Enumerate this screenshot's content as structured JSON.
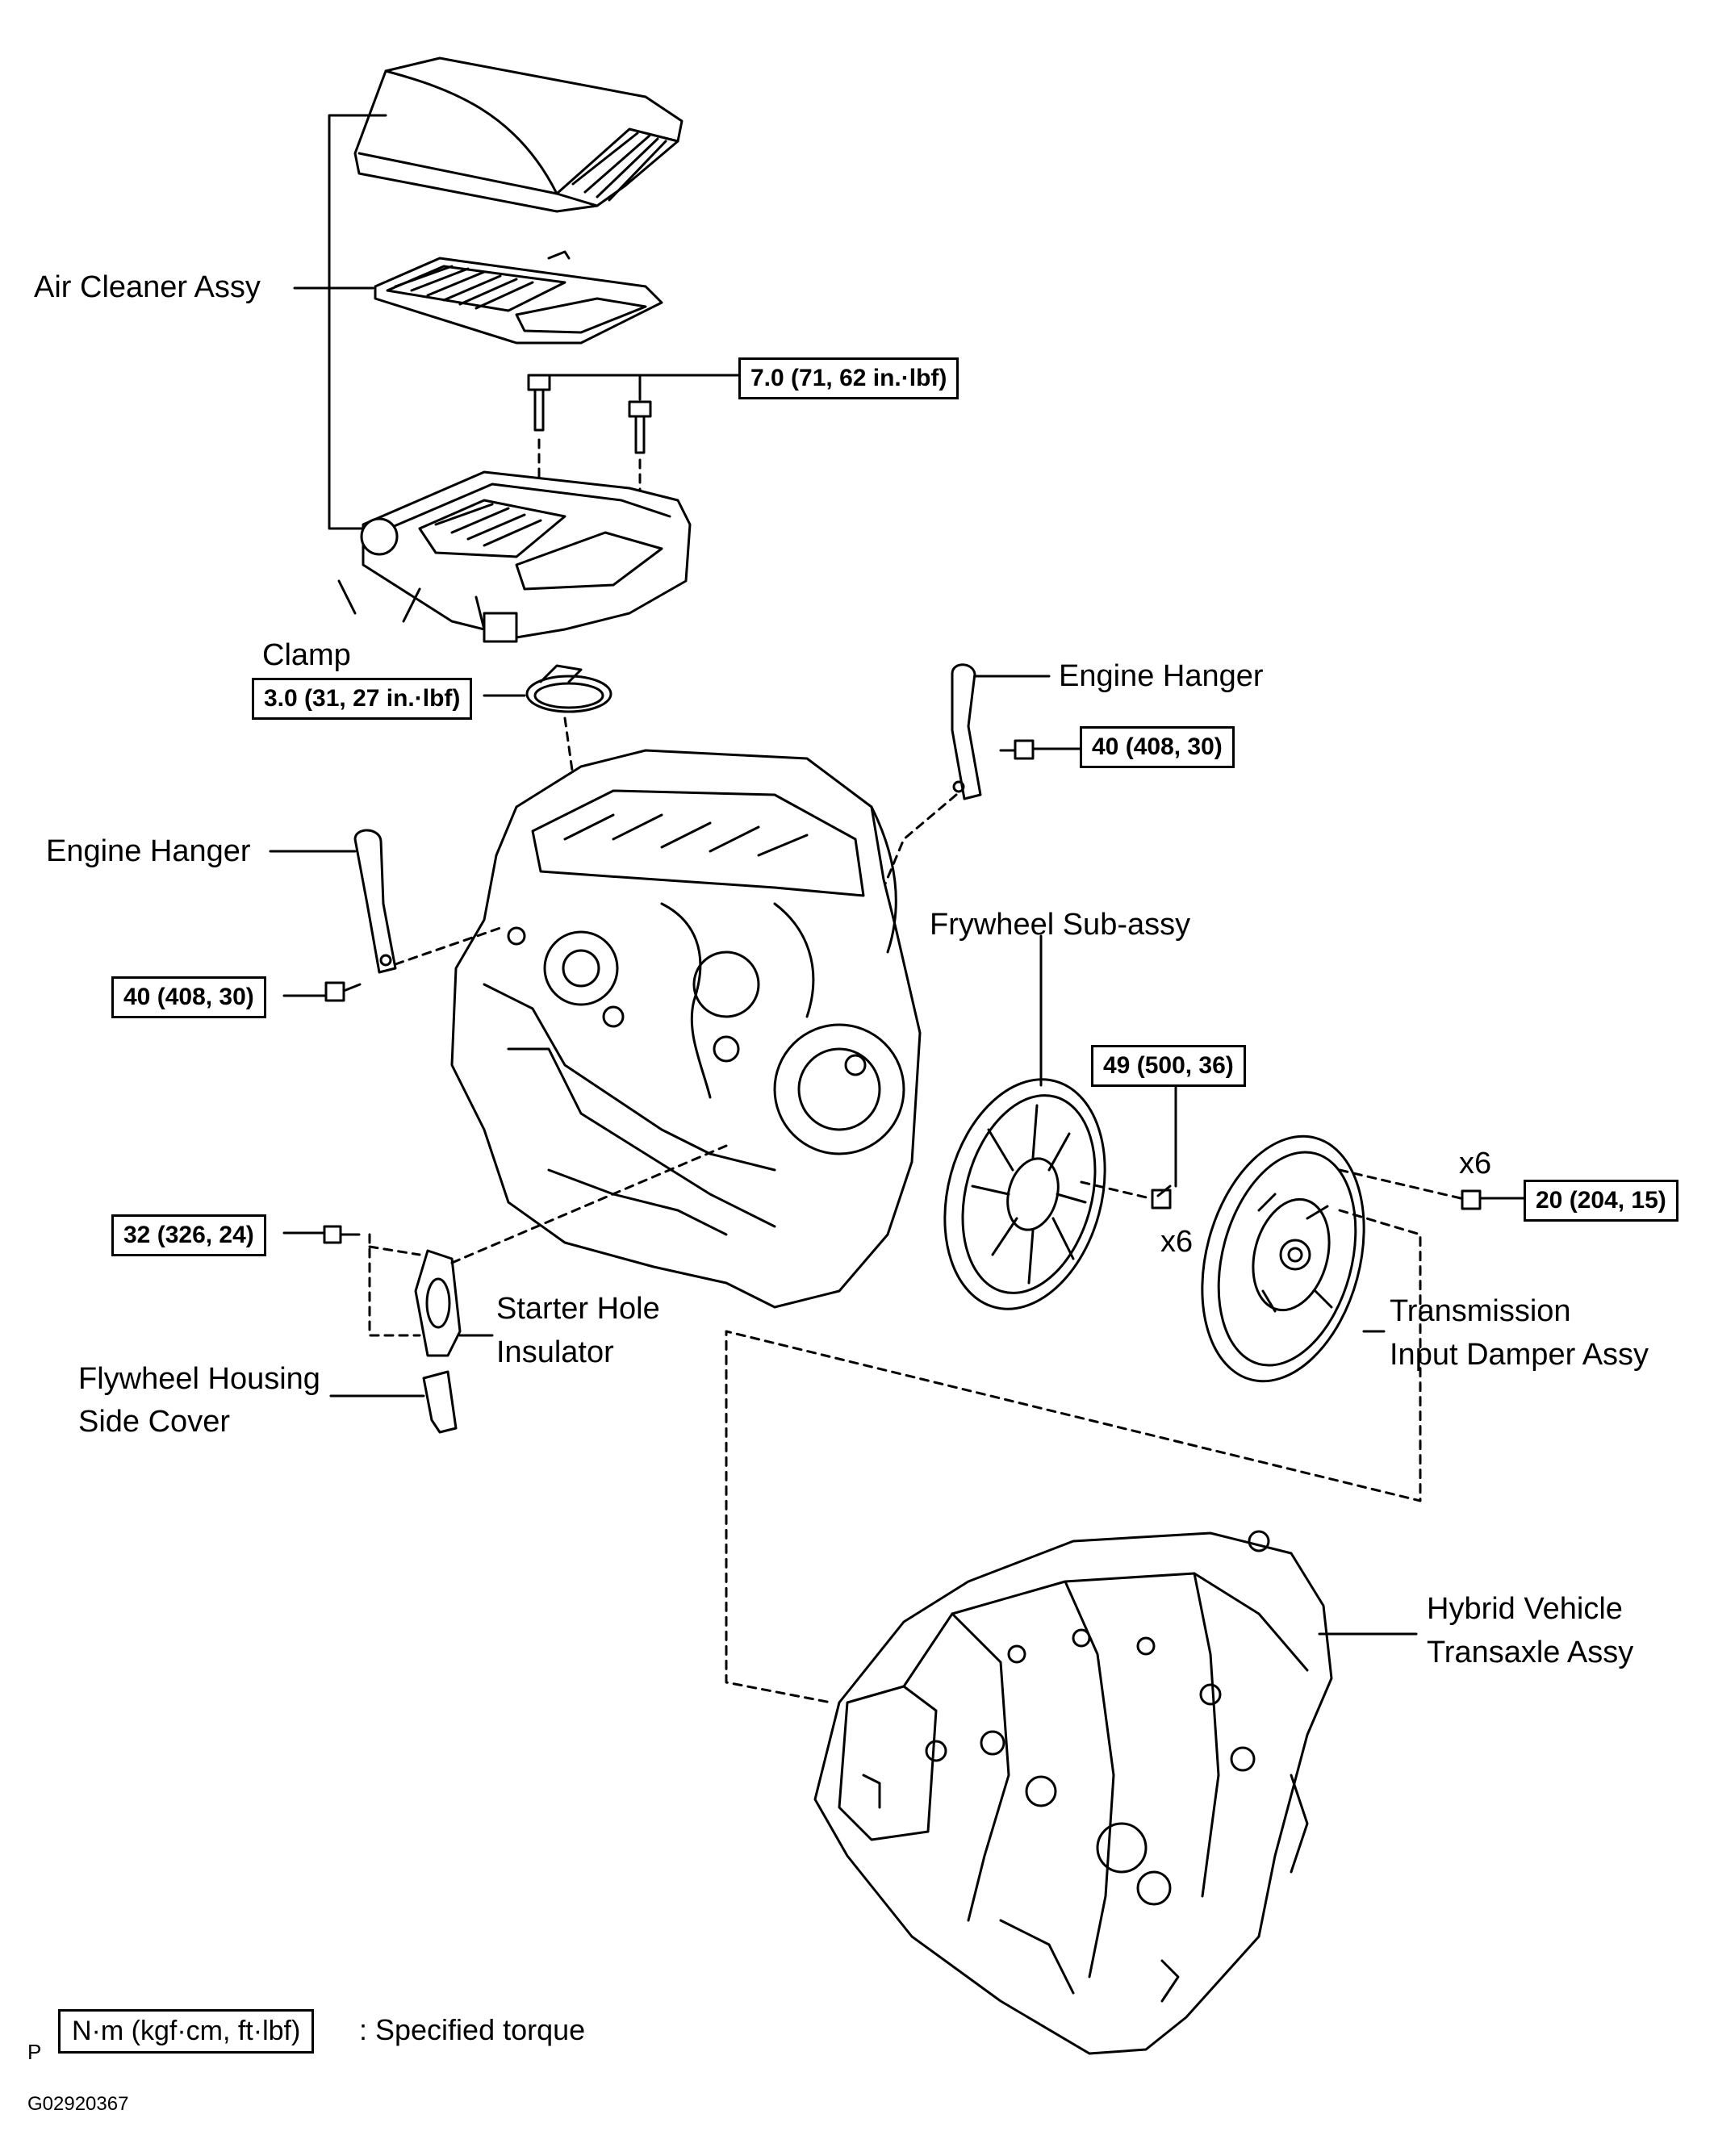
{
  "labels": {
    "air_cleaner": "Air Cleaner Assy",
    "clamp": "Clamp",
    "engine_hanger_right": "Engine Hanger",
    "engine_hanger_left": "Engine Hanger",
    "flywheel": "Frywheel  Sub-assy",
    "starter_hole_line1": "Starter Hole",
    "starter_hole_line2": "Insulator",
    "flywheel_housing_line1": "Flywheel Housing",
    "flywheel_housing_line2": "Side Cover",
    "transmission_damper_line1": "Transmission",
    "transmission_damper_line2": "Input Damper Assy",
    "transaxle_line1": "Hybrid Vehicle",
    "transaxle_line2": "Transaxle Assy",
    "qty_flywheel_bolts": "x6",
    "qty_damper_bolts": "x6"
  },
  "torques": {
    "air_cleaner_bolts": "7.0 (71, 62 in.·lbf)",
    "clamp": "3.0 (31, 27 in.·lbf)",
    "engine_hanger_right": "40 (408, 30)",
    "engine_hanger_left": "40 (408, 30)",
    "flywheel_bolts": "49 (500, 36)",
    "damper_bolts": "20 (204, 15)",
    "starter_hole": "32 (326, 24)"
  },
  "legend": {
    "unit_box": "N·m (kgf·cm, ft·lbf)",
    "text": ": Specified torque"
  },
  "footer": {
    "prefix": "P",
    "code": "G02920367"
  }
}
